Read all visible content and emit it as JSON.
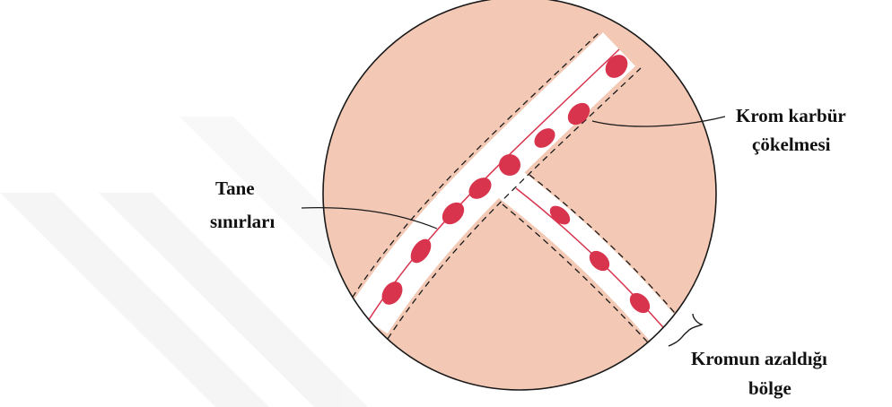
{
  "diagram": {
    "labels": {
      "chromium_carbide_line1": "Krom karbür",
      "chromium_carbide_line2": "çökelmesi",
      "grain_boundaries_line1": "Tane",
      "grain_boundaries_line2": "sınırları",
      "depleted_zone_line1": "Kromun azaldığı",
      "depleted_zone_line2": "bölge"
    },
    "colors": {
      "grain": "#f3c9b5",
      "depleted_zone": "#ffffff",
      "carbide": "#d8344e",
      "outline": "#1a1a1a",
      "watermark": "#eeeeee"
    }
  }
}
